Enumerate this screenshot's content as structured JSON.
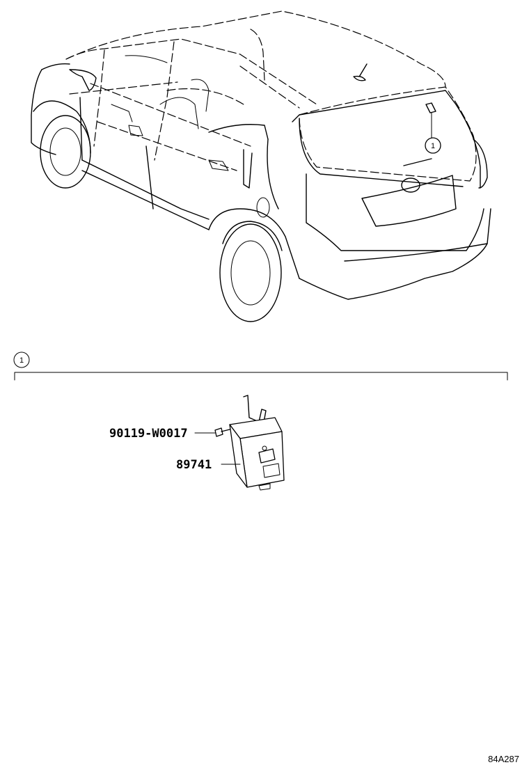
{
  "callout": {
    "number": "1"
  },
  "detail": {
    "section_number": "1",
    "parts": [
      {
        "number": "90119-W0017"
      },
      {
        "number": "89741"
      }
    ]
  },
  "figure_code": "84A287"
}
